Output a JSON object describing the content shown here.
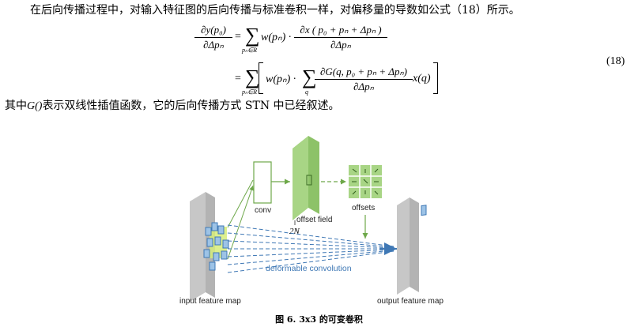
{
  "paragraph1": "在后向传播过程中，对输入特征图的后向传播与标准卷积一样，对偏移量的导数如公式（18）所示。",
  "paragraph2_pre": "其中",
  "paragraph2_math": "G()",
  "paragraph2_post": "表示双线性插值函数，它的后向传播方式 STN 中已经叙述。",
  "equation": {
    "number": "(18)",
    "lhs_num": "∂y(p₀)",
    "lhs_den": "∂Δpₙ",
    "eq1": "=",
    "sum_symbol": "∑",
    "sum1_sub": "pₙ∈R",
    "term1_a": "w(pₙ) ·",
    "rhs1_num": "∂x ( p₀ + pₙ + Δpₙ )",
    "rhs1_den": "∂Δpₙ",
    "eq2": "=",
    "sum2_sub": "pₙ∈R",
    "term2_a": "w(pₙ) ·",
    "sum3_sub": "q",
    "rhs2_num": "∂G(q, p₀ + pₙ + Δpₙ)",
    "rhs2_den": "∂Δpₙ",
    "term2_b": "x(q)"
  },
  "figure": {
    "conv_label": "conv",
    "offset_field_label": "offset field",
    "twoN_label": "2N",
    "offsets_label": "offsets",
    "deform_label": "deformable convolution",
    "input_label": "input feature map",
    "output_label": "output feature map",
    "colors": {
      "green": "#6ea84a",
      "green_fill": "#a8d585",
      "blue": "#3f78b5",
      "blue_fill": "#9dc3e6",
      "gray": "#d0d0d0"
    }
  },
  "caption": "图 6. 3x3 的可变卷积"
}
